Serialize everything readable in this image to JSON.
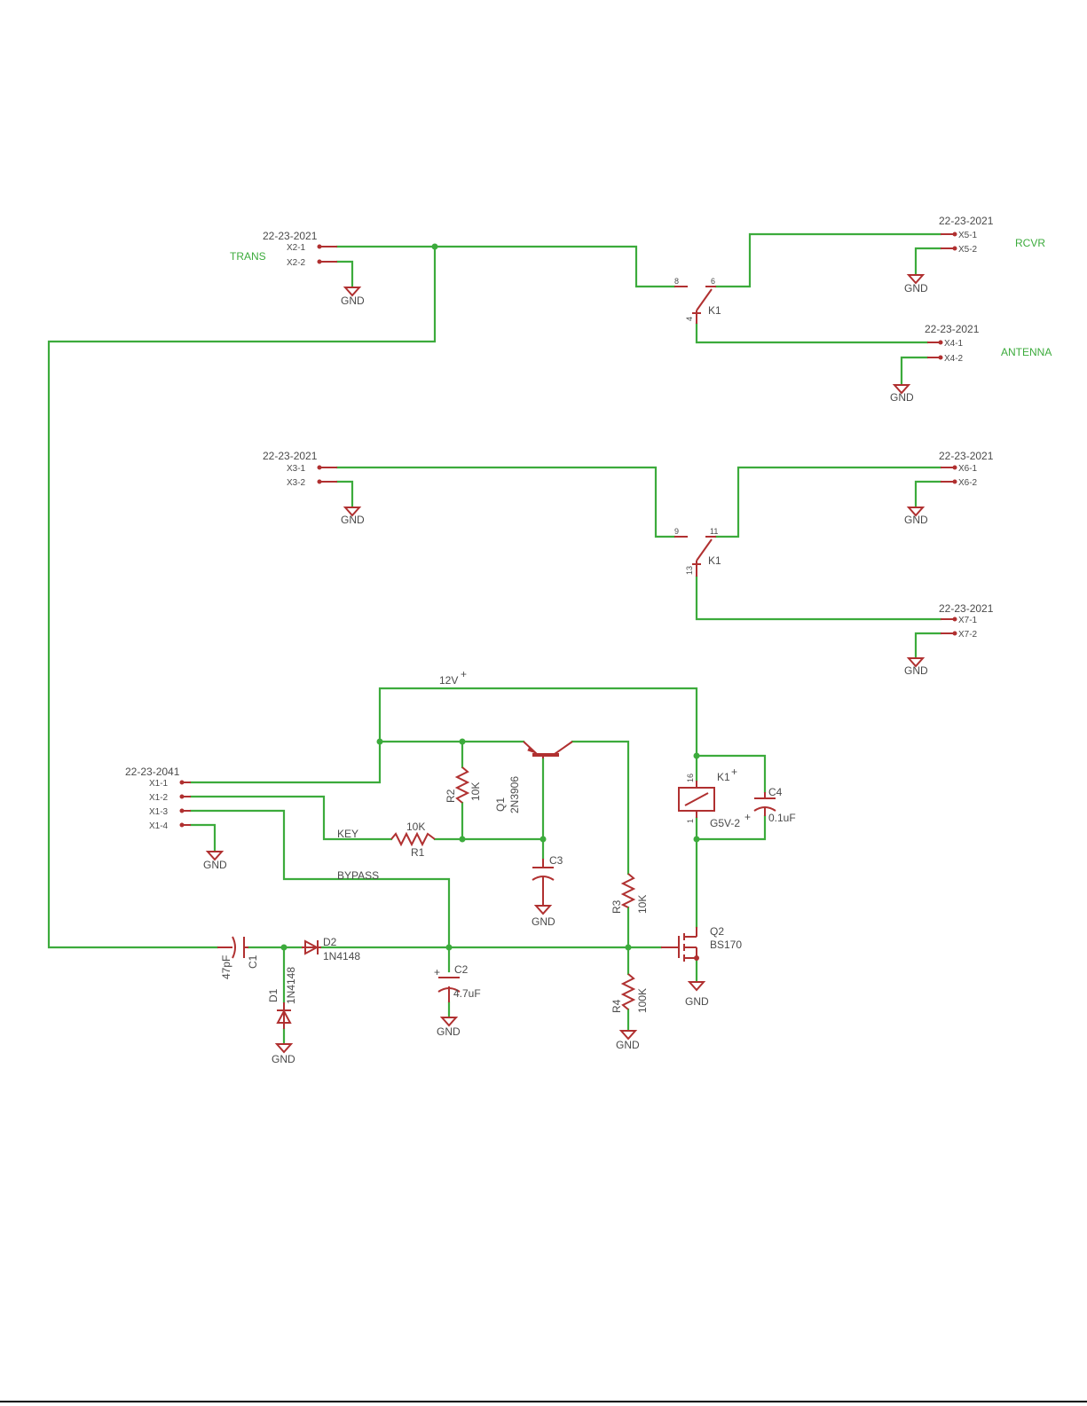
{
  "connectors": {
    "x2": {
      "part": "22-23-2021",
      "pin1": "X2-1",
      "pin2": "X2-2",
      "net_label": "TRANS"
    },
    "x5": {
      "part": "22-23-2021",
      "pin1": "X5-1",
      "pin2": "X5-2",
      "net_label": "RCVR"
    },
    "x4": {
      "part": "22-23-2021",
      "pin1": "X4-1",
      "pin2": "X4-2",
      "net_label": "ANTENNA"
    },
    "x3": {
      "part": "22-23-2021",
      "pin1": "X3-1",
      "pin2": "X3-2"
    },
    "x6": {
      "part": "22-23-2021",
      "pin1": "X6-1",
      "pin2": "X6-2"
    },
    "x7": {
      "part": "22-23-2021",
      "pin1": "X7-1",
      "pin2": "X7-2"
    },
    "x1": {
      "part": "22-23-2041",
      "pin1": "X1-1",
      "pin2": "X1-2",
      "pin3": "X1-3",
      "pin4": "X1-4"
    }
  },
  "gnd": "GND",
  "relay_k1": {
    "name": "K1",
    "coil_name": "K1",
    "coil_value": "G5V-2",
    "switch_a_pins": [
      "8",
      "6",
      "4"
    ],
    "switch_b_pins": [
      "9",
      "11",
      "13"
    ],
    "coil_pins": [
      "16",
      "1"
    ]
  },
  "nets": {
    "supply": "12V",
    "key": "KEY",
    "bypass": "BYPASS"
  },
  "components": {
    "r1": {
      "name": "R1",
      "value": "10K"
    },
    "r2": {
      "name": "R2",
      "value": "10K"
    },
    "r3": {
      "name": "R3",
      "value": "10K"
    },
    "r4": {
      "name": "R4",
      "value": "100K"
    },
    "q1": {
      "name": "Q1",
      "value": "2N3906"
    },
    "q2": {
      "name": "Q2",
      "value": "BS170"
    },
    "c1": {
      "name": "C1",
      "value": "47pF"
    },
    "c2": {
      "name": "C2",
      "value": "4.7uF"
    },
    "c3": {
      "name": "C3"
    },
    "c4": {
      "name": "C4",
      "value": "0.1uF"
    },
    "d1": {
      "name": "D1",
      "value": "1N4148"
    },
    "d2": {
      "name": "D2",
      "value": "1N4148"
    }
  },
  "colors": {
    "wire": "#3cab3c",
    "part": "#b03030",
    "text": "#4a4a4a"
  }
}
